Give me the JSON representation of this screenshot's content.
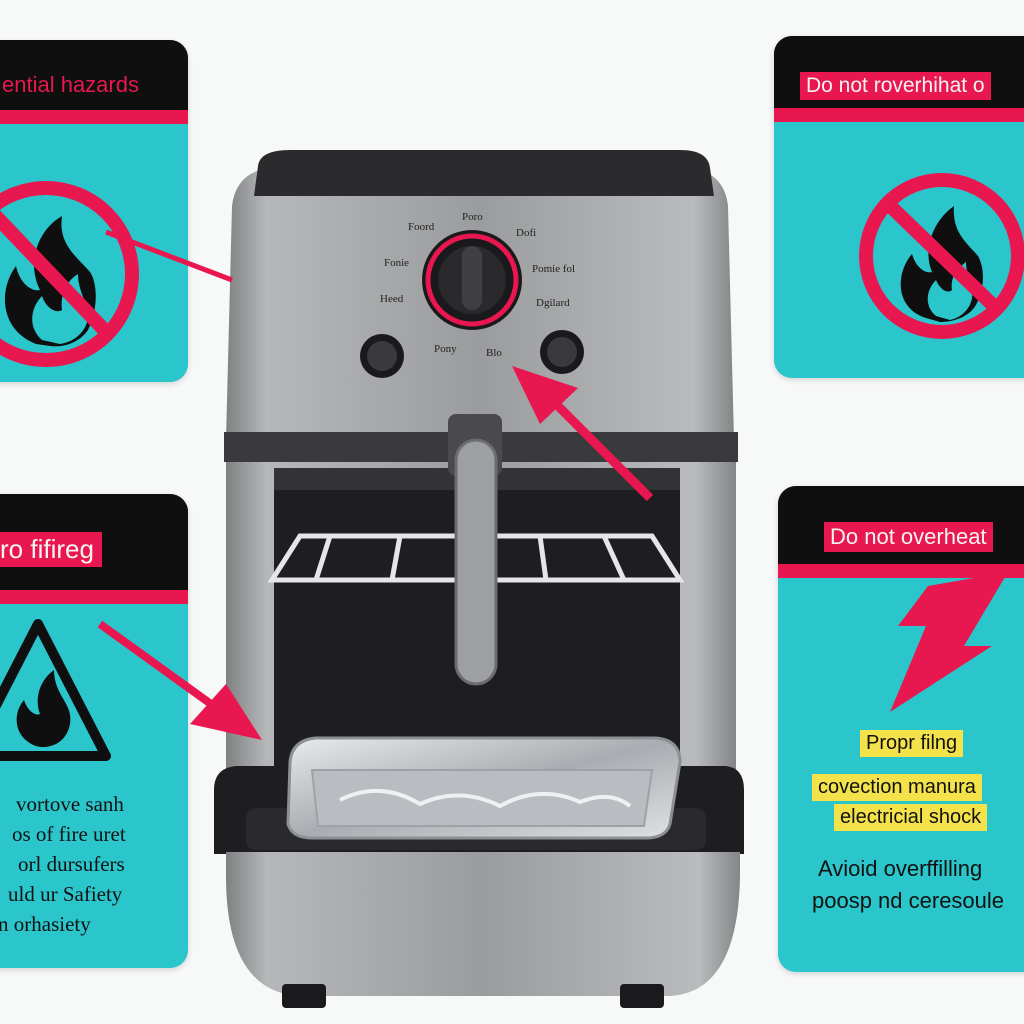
{
  "panels": {
    "top_left": {
      "title": "ential hazards"
    },
    "top_right": {
      "title": "Do not roverhihat o"
    },
    "mid_left": {
      "title": "ro fifireg",
      "lines": [
        "vortove sanh",
        "os of fire uret",
        "orl dursufers",
        "uld ur  Safiety",
        "n orhasiety"
      ]
    },
    "mid_right": {
      "title": "Do not overheat",
      "highlight_1": "Propr filng",
      "highlight_2a": "covection manura",
      "highlight_2b": "electricial shock",
      "body_1": "Avioid overffilling",
      "body_2": "poosp nd ceresoule"
    }
  },
  "fryer": {
    "dial_labels": [
      "Poro",
      "Foord",
      "Dofi",
      "Fonie",
      "Pomie fol",
      "Heed",
      "Dgilard",
      "Pony",
      "Blo"
    ]
  },
  "colors": {
    "panel": "#2bc6cc",
    "accent": "#e8174f",
    "header_dark": "#0f0f10",
    "highlight": "#f4e24a",
    "body_steel": "#9a9c9e"
  },
  "icons": [
    "no-fire-icon",
    "no-fire-icon",
    "fire-warning-icon",
    "lightning-bolt-icon"
  ]
}
